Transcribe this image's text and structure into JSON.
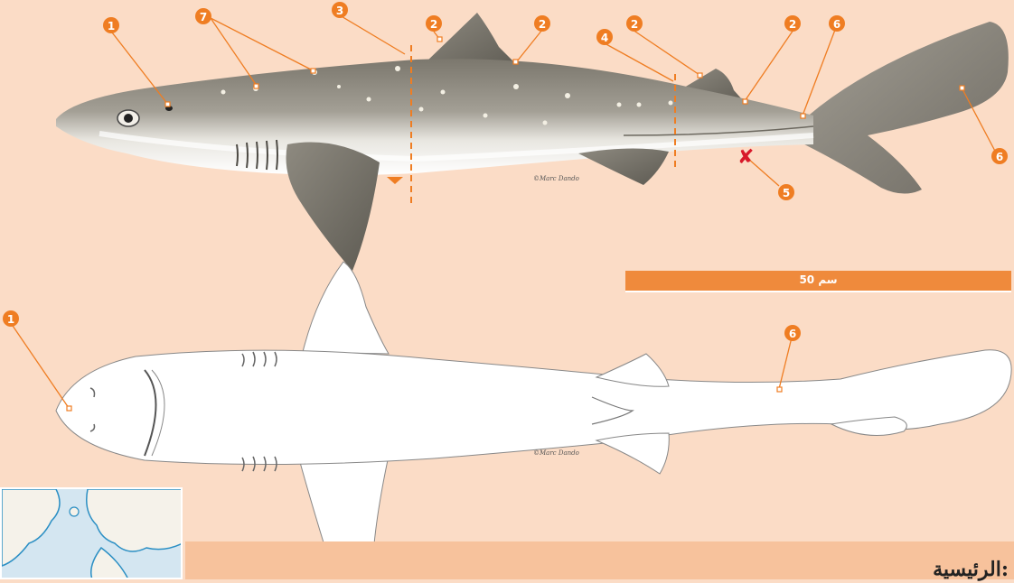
{
  "markers": {
    "m1": "1",
    "m2": "2",
    "m3": "3",
    "m4": "4",
    "m5": "5",
    "m6": "6",
    "m7": "7",
    "cross": "✘"
  },
  "credit": "©Marc Dando",
  "scale": {
    "value": "50",
    "unit": "سم"
  },
  "key": {
    "title": "الرئيسية:"
  },
  "colors": {
    "background": "#fbdcc6",
    "accent": "#ef7d22",
    "shark_body": "#9a968a",
    "shark_belly": "#ffffff",
    "cross": "#d8192a"
  }
}
